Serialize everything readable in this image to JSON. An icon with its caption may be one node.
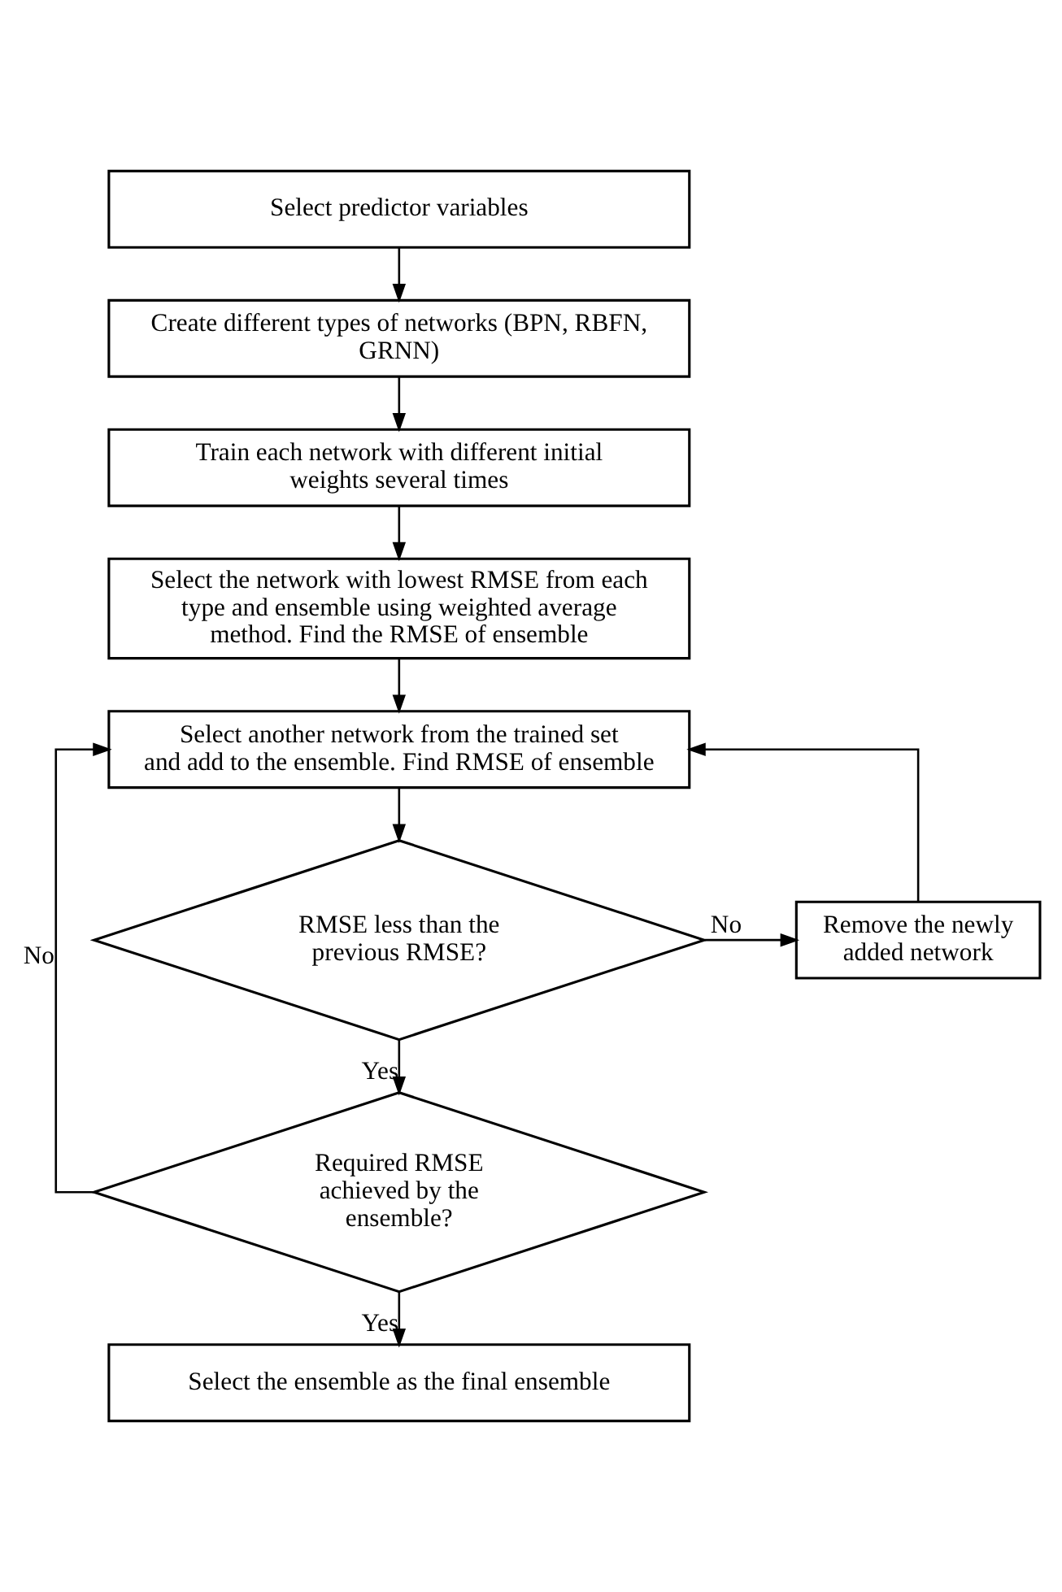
{
  "diagram": {
    "nodes": [
      {
        "text": [
          "Select predictor variables"
        ]
      },
      {
        "text": [
          "Create different types of networks (BPN, RBFN, GRNN)"
        ]
      },
      {
        "text": [
          "Train each network with different initial weights several times"
        ]
      },
      {
        "text": [
          "Select the network with lowest RMSE from each type and ensemble using weighted average method. Find the RMSE of ensemble"
        ]
      },
      {
        "text": [
          "Select another network from the trained set and add to the ensemble. Find RMSE of ensemble"
        ]
      },
      {
        "text": [
          "Remove the newly added network"
        ]
      },
      {
        "text": [
          "RMSE less than the previous RMSE?"
        ]
      },
      {
        "text": [
          "Required RMSE achieved by the ensemble?"
        ]
      },
      {
        "text": [
          "Select the ensemble as the final ensemble"
        ]
      }
    ],
    "edges": [
      {
        "from": 0,
        "to": 1,
        "arrow": "to"
      },
      {
        "from": 1,
        "to": 2,
        "arrow": "to"
      },
      {
        "from": 2,
        "to": 3,
        "arrow": "to"
      },
      {
        "from": 3,
        "to": 4,
        "arrow": "to"
      },
      {
        "from": 4,
        "to": 6,
        "arrow": "to"
      },
      {
        "from": 6,
        "to": 5,
        "arrow": "to",
        "label": "No"
      },
      {
        "from": 5,
        "to": 4,
        "arrow": "to"
      },
      {
        "from": 6,
        "to": 7,
        "arrow": "to",
        "label": "Yes"
      },
      {
        "from": 7,
        "to": 4,
        "arrow": "to",
        "label": "No"
      },
      {
        "from": 7,
        "to": 8,
        "arrow": "to",
        "label": "Yes"
      }
    ]
  }
}
